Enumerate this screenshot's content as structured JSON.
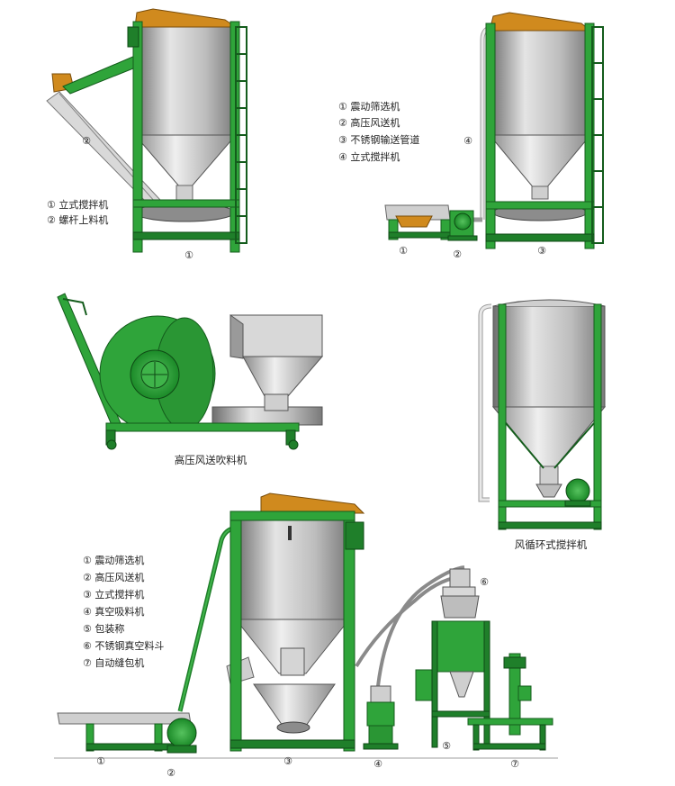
{
  "diagram1": {
    "legend": [
      "① 立式搅拌机",
      "② 螺杆上料机"
    ],
    "markers": [
      "②",
      "①"
    ]
  },
  "diagram2": {
    "legend": [
      "① 震动筛选机",
      "② 高压风送机",
      "③ 不锈钢输送管道",
      "④ 立式搅拌机"
    ],
    "markers": [
      "④",
      "①",
      "②",
      "③"
    ]
  },
  "diagram3": {
    "caption": "高压风送吹料机"
  },
  "diagram4": {
    "caption": "风循环式搅拌机"
  },
  "diagram5": {
    "legend": [
      "① 震动筛选机",
      "② 高压风送机",
      "③ 立式搅拌机",
      "④ 真空吸料机",
      "⑤ 包装称",
      "⑥ 不锈钢真空料斗",
      "⑦ 自动缝包机"
    ],
    "markers": [
      "①",
      "②",
      "③",
      "④",
      "⑤",
      "⑥",
      "⑦"
    ]
  },
  "colors": {
    "frame_green": "#2fa43a",
    "lid_orange": "#d08a1e",
    "steel_gray": "#b9b9b9"
  }
}
